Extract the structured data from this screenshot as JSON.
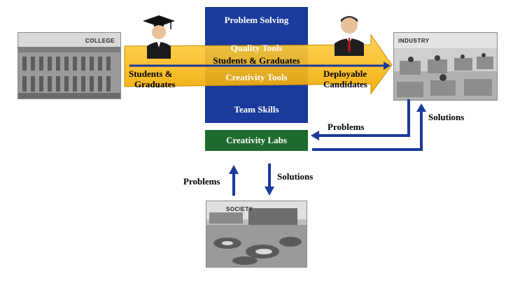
{
  "stack": {
    "problem_solving": "Problem Solving",
    "quality_tools": "Quality Tools",
    "students_graduates": "Students & Graduates",
    "creativity_tools": "Creativity Tools",
    "team_skills": "Team Skills",
    "creativity_labs": "Creativity Labs"
  },
  "college": {
    "sign": "COLLEGE"
  },
  "industry": {
    "sign": "INDUSTRY"
  },
  "society": {
    "sign": "SOCIETY"
  },
  "labels": {
    "students_left_1": "Students &",
    "students_left_2": "Graduates",
    "deployable_1": "Deployable",
    "deployable_2": "Candidates",
    "problems_industry": "Problems",
    "solutions_industry": "Solutions",
    "problems_society": "Problems",
    "solutions_society": "Solutions"
  },
  "colors": {
    "blue_box": "#1a3a9c",
    "green_box": "#1f6b2d",
    "arrow_fill": "#f6b400",
    "connector": "#1a3a9c"
  }
}
